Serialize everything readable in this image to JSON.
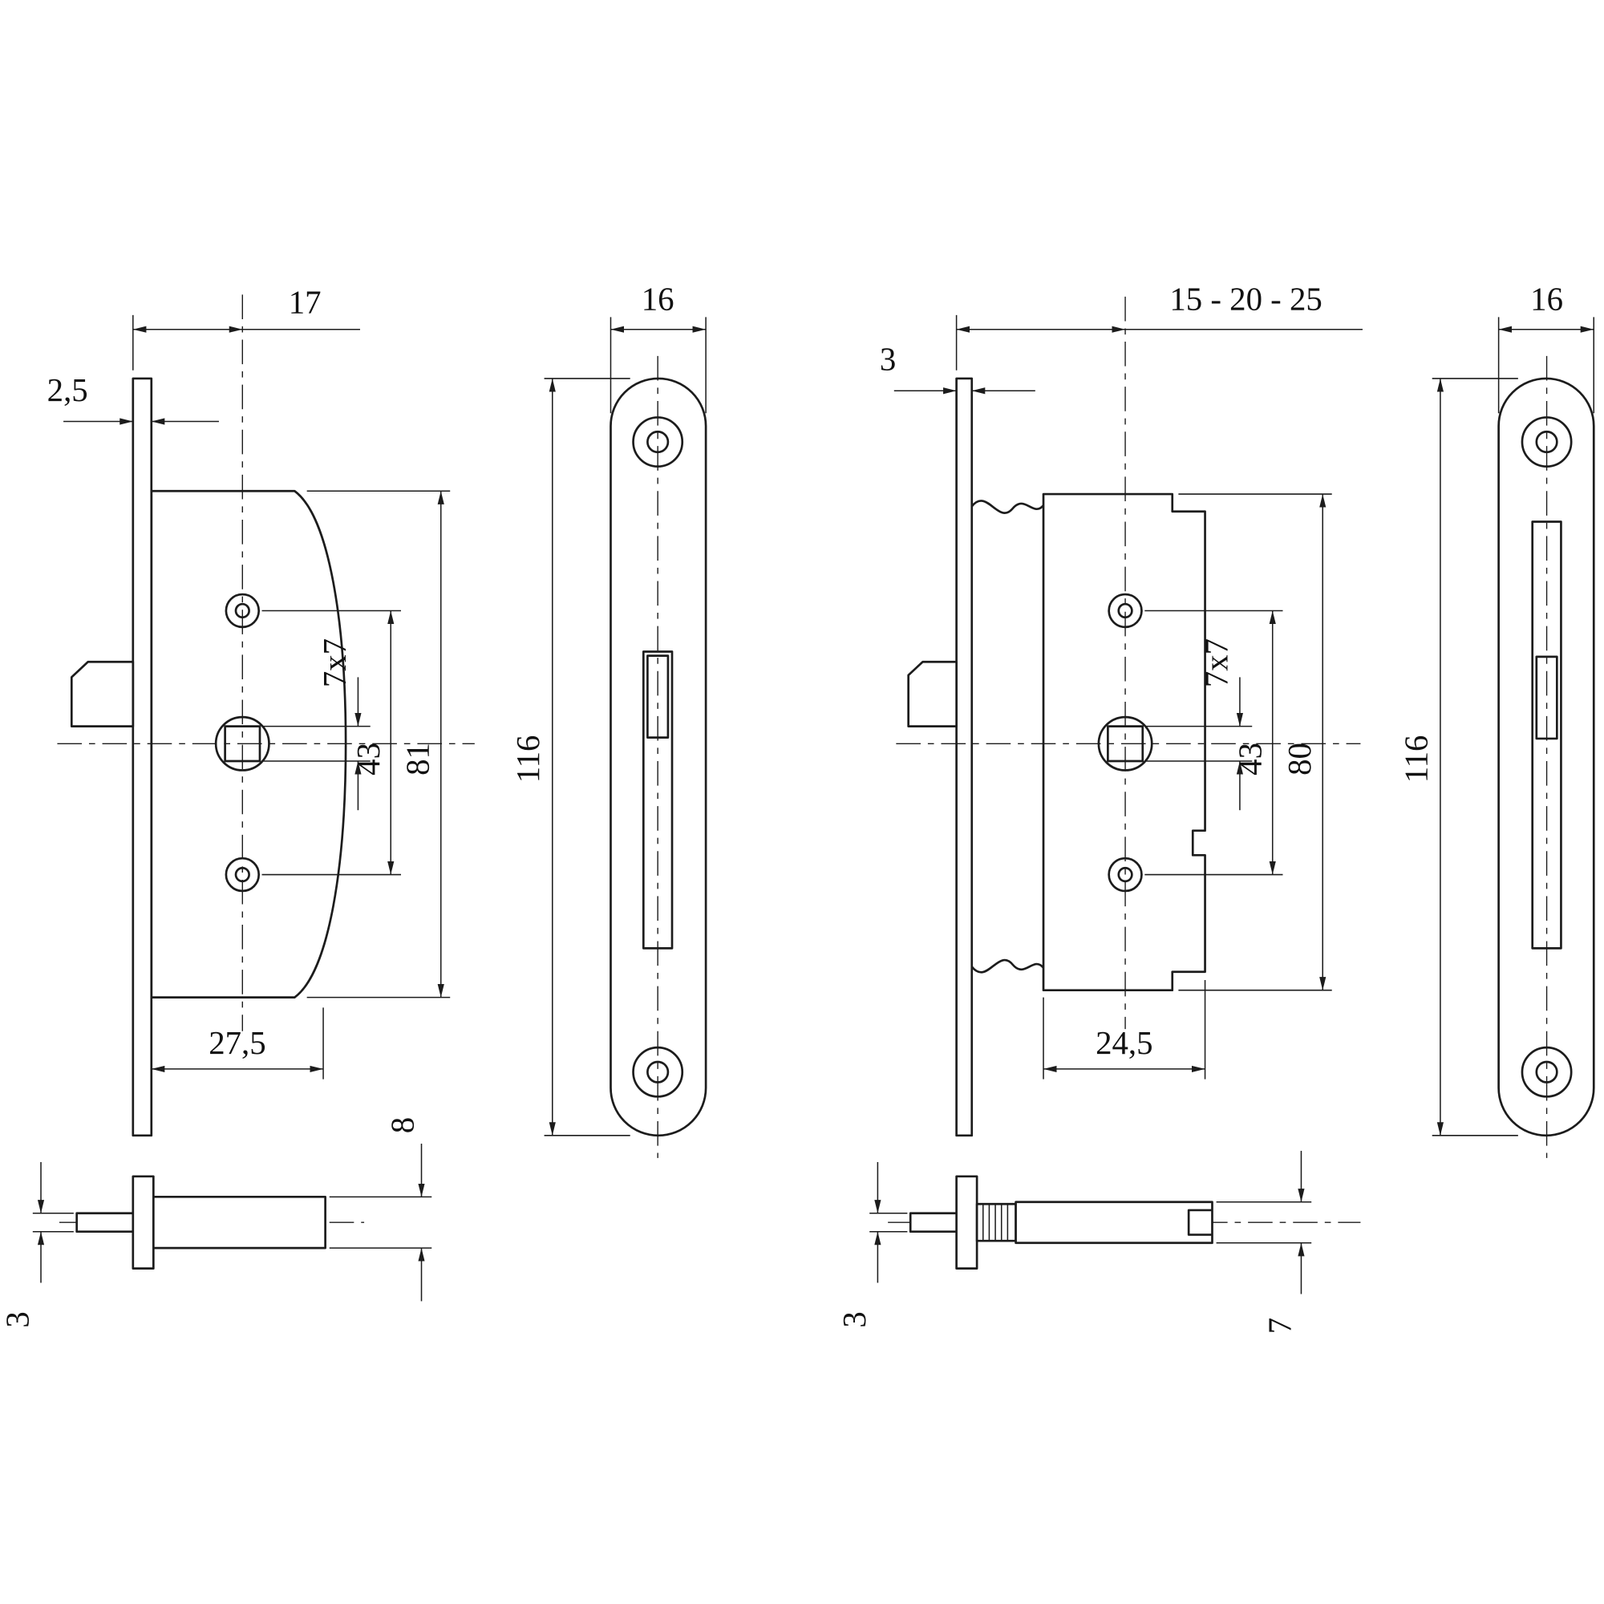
{
  "drawing": {
    "background": "#ffffff",
    "line_color": "#1c1c1c",
    "views": {
      "lock_left": {
        "dim_backset": "17",
        "dim_plate_thickness": "2,5",
        "dim_spindle_square": "7x7",
        "dim_screw_spacing": "43",
        "dim_body_height": "81",
        "dim_body_depth": "27,5",
        "dim_follower_height": "8",
        "dim_spindle_rod": "3"
      },
      "faceplate_left": {
        "dim_width": "16",
        "dim_height": "116"
      },
      "lock_right": {
        "dim_backset": "15 - 20 - 25",
        "dim_plate_thickness": "3",
        "dim_spindle_square": "7x7",
        "dim_screw_spacing": "43",
        "dim_body_height": "80",
        "dim_body_depth": "24,5",
        "dim_spindle_rod": "3",
        "dim_spindle_tip": "7"
      },
      "faceplate_right": {
        "dim_width": "16",
        "dim_height": "116"
      }
    }
  }
}
